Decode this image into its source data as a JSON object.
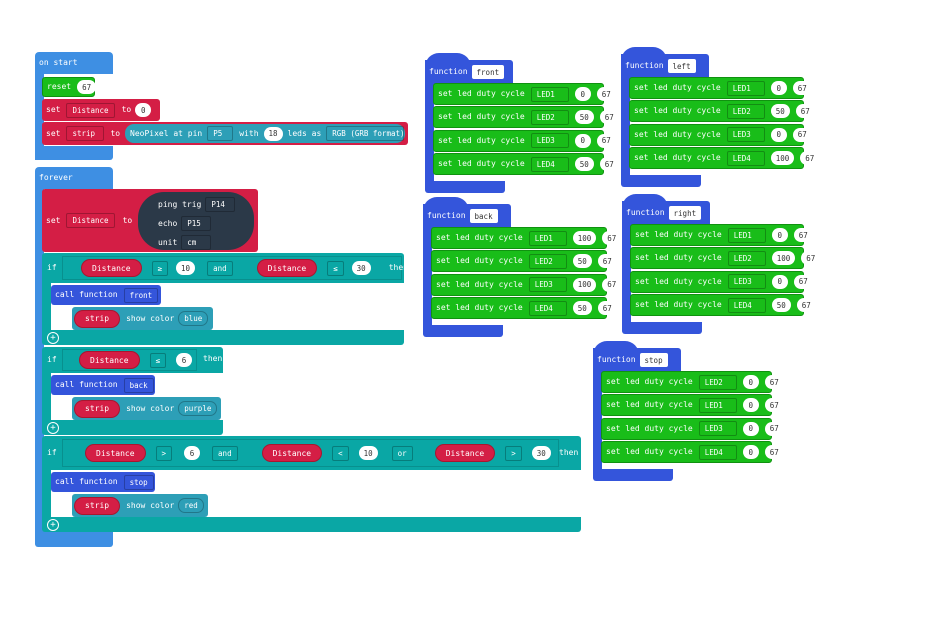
{
  "on_start": {
    "hat": "on start",
    "reset": {
      "label": "reset",
      "value": "67"
    },
    "set_distance": {
      "set": "set",
      "var": "Distance",
      "to": "to",
      "value": "0"
    },
    "set_strip": {
      "set": "set",
      "var": "strip",
      "to": "to",
      "neopixel": "NeoPixel at pin",
      "pin": "P5",
      "with": "with",
      "leds": "18",
      "leds_as": "leds as",
      "format": "RGB (GRB format)"
    }
  },
  "forever": {
    "hat": "forever",
    "set_ping": {
      "set": "set",
      "var": "Distance",
      "to": "to",
      "ping_trig": "ping trig",
      "trig_pin": "P14",
      "echo": "echo",
      "echo_pin": "P15",
      "unit": "unit",
      "unit_val": "cm"
    },
    "if1": {
      "if": "if",
      "var1": "Distance",
      "op1": "≥",
      "val1": "10",
      "and": "and",
      "var2": "Distance",
      "op2": "≤",
      "val2": "30",
      "then": "then",
      "call": "call function",
      "fn": "front",
      "strip": "strip",
      "show": "show color",
      "color": "blue"
    },
    "if2": {
      "if": "if",
      "var": "Distance",
      "op": "≤",
      "val": "6",
      "then": "then",
      "call": "call function",
      "fn": "back",
      "strip": "strip",
      "show": "show color",
      "color": "purple"
    },
    "if3": {
      "if": "if",
      "var1": "Distance",
      "op1": ">",
      "val1": "6",
      "and": "and",
      "var2": "Distance",
      "op2": "<",
      "val2": "10",
      "or": "or",
      "var3": "Distance",
      "op3": ">",
      "val3": "30",
      "then": "then",
      "call": "call function",
      "fn": "stop",
      "strip": "strip",
      "show": "show color",
      "color": "red"
    },
    "plus": "+"
  },
  "functions": {
    "label": "function",
    "cmd": "set led duty cycle",
    "front": {
      "name": "front",
      "rows": [
        [
          "LED1",
          "0",
          "67"
        ],
        [
          "LED2",
          "50",
          "67"
        ],
        [
          "LED3",
          "0",
          "67"
        ],
        [
          "LED4",
          "50",
          "67"
        ]
      ]
    },
    "left": {
      "name": "left",
      "rows": [
        [
          "LED1",
          "0",
          "67"
        ],
        [
          "LED2",
          "50",
          "67"
        ],
        [
          "LED3",
          "0",
          "67"
        ],
        [
          "LED4",
          "100",
          "67"
        ]
      ]
    },
    "back": {
      "name": "back",
      "rows": [
        [
          "LED1",
          "100",
          "67"
        ],
        [
          "LED2",
          "50",
          "67"
        ],
        [
          "LED3",
          "100",
          "67"
        ],
        [
          "LED4",
          "50",
          "67"
        ]
      ]
    },
    "right": {
      "name": "right",
      "rows": [
        [
          "LED1",
          "0",
          "67"
        ],
        [
          "LED2",
          "100",
          "67"
        ],
        [
          "LED3",
          "0",
          "67"
        ],
        [
          "LED4",
          "50",
          "67"
        ]
      ]
    },
    "stop": {
      "name": "stop",
      "rows": [
        [
          "LED2",
          "0",
          "67"
        ],
        [
          "LED1",
          "0",
          "67"
        ],
        [
          "LED3",
          "0",
          "67"
        ],
        [
          "LED4",
          "0",
          "67"
        ]
      ]
    }
  }
}
